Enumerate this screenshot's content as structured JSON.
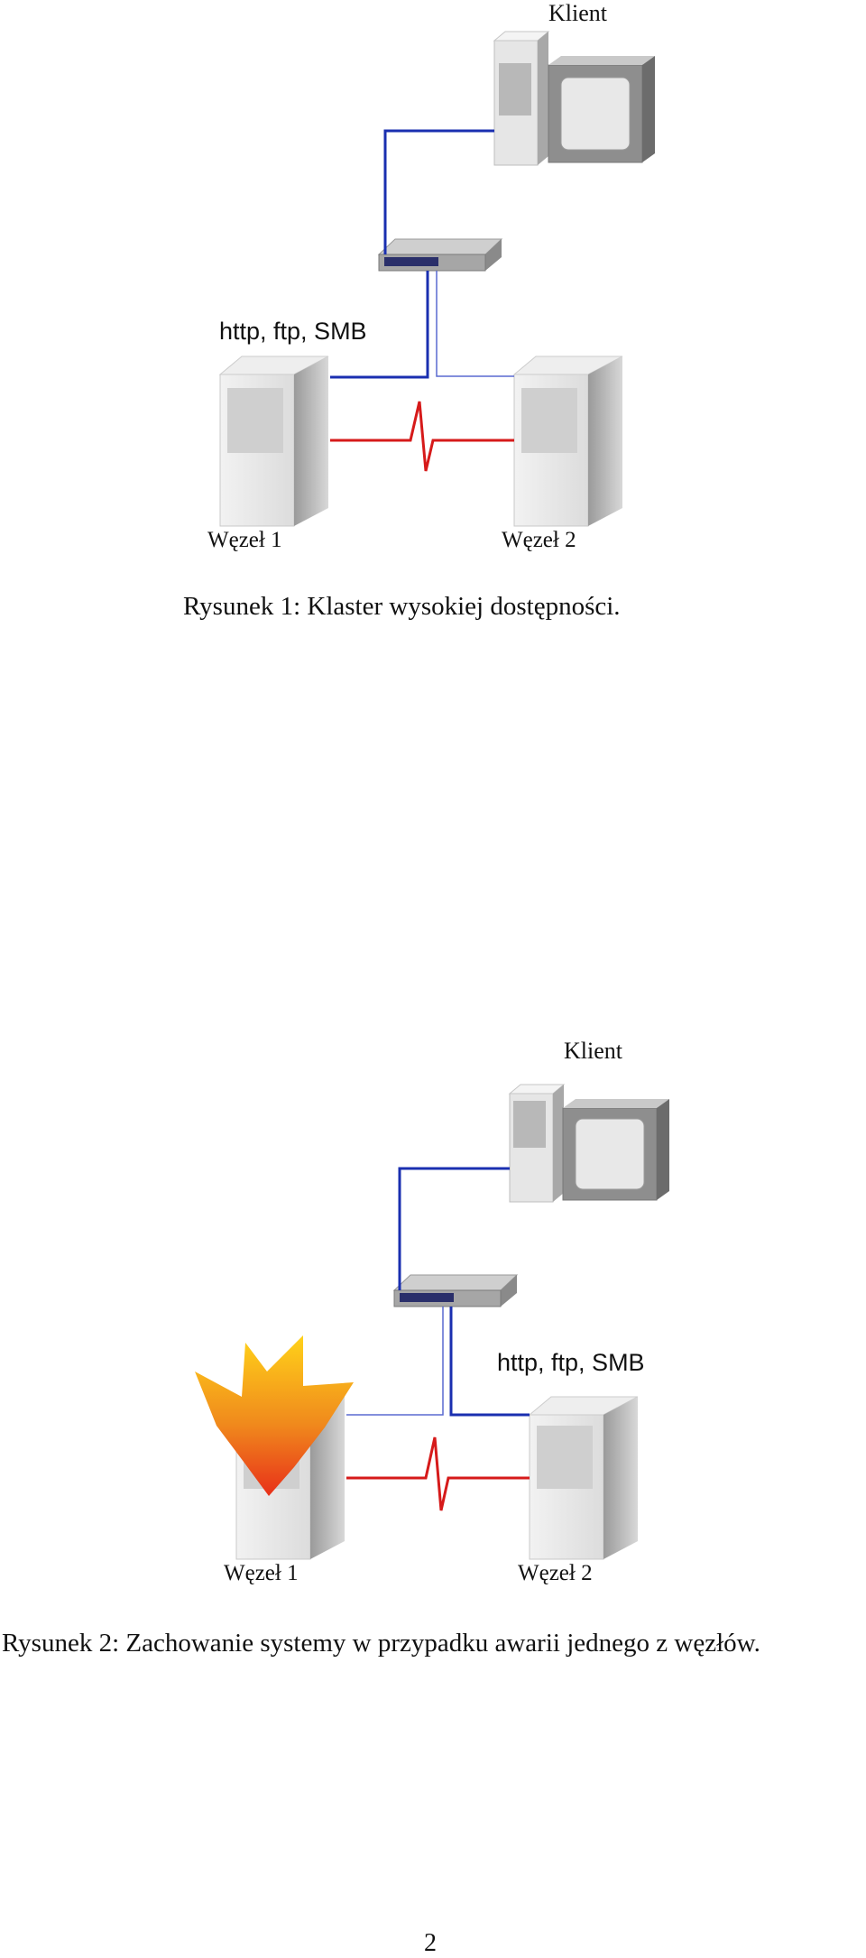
{
  "figure1": {
    "client_label": "Klient",
    "protocols_label": "http, ftp, SMB",
    "node1_label": "Węzeł 1",
    "node2_label": "Węzeł 2",
    "caption": "Rysunek 1: Klaster wysokiej dostępności."
  },
  "figure2": {
    "client_label": "Klient",
    "protocols_label": "http, ftp, SMB",
    "node1_label": "Węzeł 1",
    "node2_label": "Węzeł 2",
    "caption": "Rysunek 2: Zachowanie systemy w przypadku awarii jednego z węzłów."
  },
  "page_number": "2",
  "colors": {
    "network_link": "#1a2fb0",
    "heartbeat_link": "#d61a1a",
    "server_gray": "#d9d9d9",
    "fire_top": "#ffd21a",
    "fire_bottom": "#e8301a"
  }
}
